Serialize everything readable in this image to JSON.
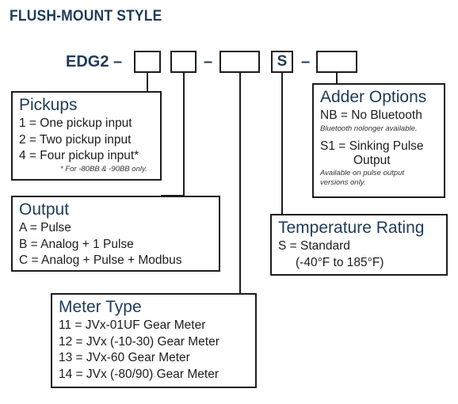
{
  "header": {
    "title": "FLUSH-MOUNT STYLE"
  },
  "code": {
    "prefix": "EDG2 –",
    "dash1": "–",
    "dash2": "–",
    "fixed_slot": "S"
  },
  "pickups": {
    "title": "Pickups",
    "options": [
      "1 = One pickup input",
      "2 = Two pickup input",
      "4 = Four pickup input*"
    ],
    "note": "* For -80BB & -90BB only."
  },
  "output": {
    "title": "Output",
    "options": [
      "A = Pulse",
      "B = Analog + 1 Pulse",
      "C = Analog + Pulse + Modbus"
    ]
  },
  "meter_type": {
    "title": "Meter Type",
    "options": [
      "11 = JVx-01UF Gear Meter",
      "12 = JVx (-10-30) Gear Meter",
      "13 = JVx-60 Gear Meter",
      "14 = JVx (-80/90) Gear Meter"
    ]
  },
  "temperature": {
    "title": "Temperature Rating",
    "line1": "S  = Standard",
    "line2": "(-40°F to 185°F)"
  },
  "adder": {
    "title": "Adder Options",
    "nb": "NB = No Bluetooth",
    "nb_note": "Bluetooth nolonger available.",
    "s1": "S1 = Sinking Pulse",
    "s1_cont": "Output",
    "s1_note1": "Available on pulse output",
    "s1_note2": "versions only."
  }
}
